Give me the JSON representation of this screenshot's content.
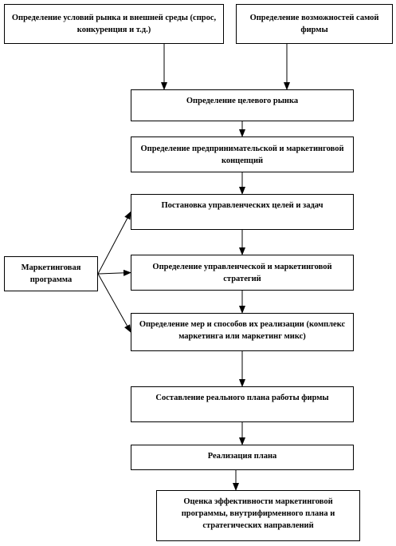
{
  "diagram": {
    "nodes": {
      "market_conditions": "Определение условий рынка и внешней среды (спрос, конкуренция и т.д.)",
      "firm_capabilities": "Определение возможностей самой фирмы",
      "target_market": "Определение целевого рынка",
      "business_concept": "Определение предпринимательской и маркетинговой концепций",
      "goals_tasks": "Постановка управленческих целей и задач",
      "marketing_program": "Маркетинговая программа",
      "strategies": "Определение управленческой и маркетинговой стратегий",
      "measures": "Определение мер и способов их реализации (комплекс маркетинга или маркетинг микс)",
      "work_plan": "Составление реального плана работы фирмы",
      "implementation": "Реализация плана",
      "evaluation": "Оценка эффективности маркетинговой программы, внутрифирменного плана и стратегических направлений"
    },
    "edges": [
      {
        "from": "market_conditions",
        "to": "target_market"
      },
      {
        "from": "firm_capabilities",
        "to": "target_market"
      },
      {
        "from": "target_market",
        "to": "business_concept"
      },
      {
        "from": "business_concept",
        "to": "goals_tasks"
      },
      {
        "from": "goals_tasks",
        "to": "strategies"
      },
      {
        "from": "strategies",
        "to": "measures"
      },
      {
        "from": "measures",
        "to": "work_plan"
      },
      {
        "from": "work_plan",
        "to": "implementation"
      },
      {
        "from": "implementation",
        "to": "evaluation"
      },
      {
        "from": "marketing_program",
        "to": "goals_tasks"
      },
      {
        "from": "marketing_program",
        "to": "strategies"
      },
      {
        "from": "marketing_program",
        "to": "measures"
      }
    ],
    "line_color": "#000000"
  }
}
